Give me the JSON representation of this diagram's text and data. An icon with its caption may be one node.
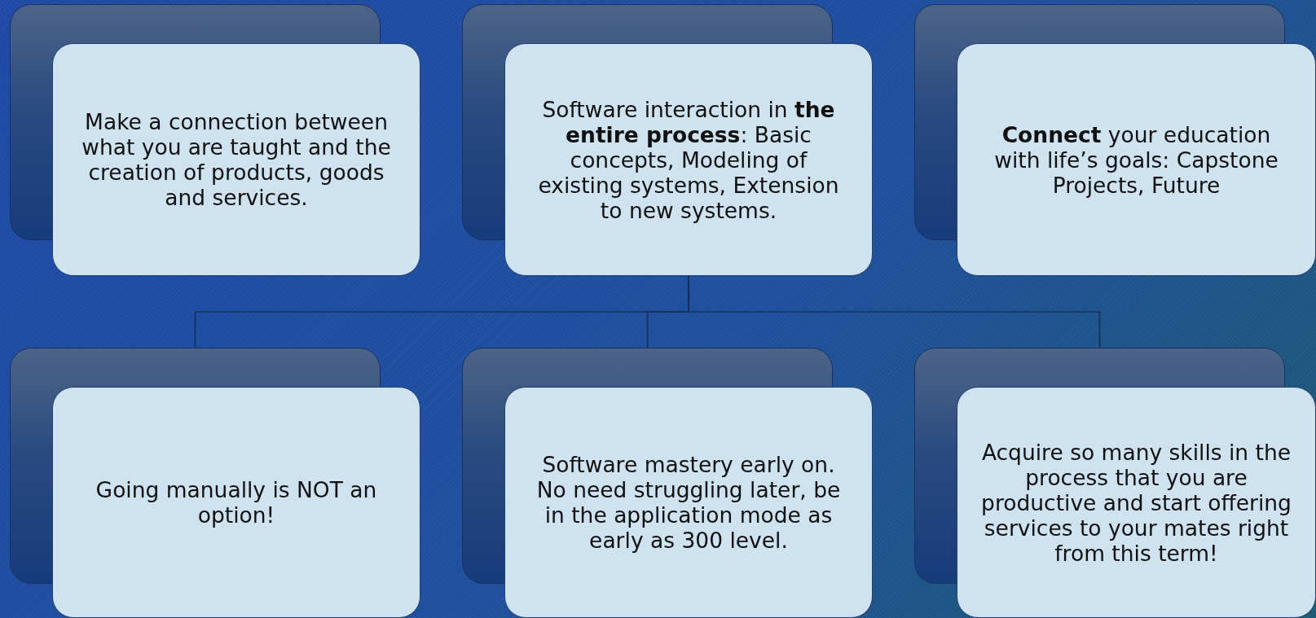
{
  "diagram": {
    "nodes": [
      {
        "text": [
          "Make a connection between what you are taught and the creation of products, goods and services."
        ]
      },
      {
        "text": [
          "Software interaction in **the entire process**: Basic concepts, Modeling of existing systems, Extension to new systems."
        ]
      },
      {
        "text": [
          "**Connect** your education with life’s goals: Capstone Projects, Future"
        ]
      },
      {
        "text": [
          "Going manually is NOT an option!"
        ]
      },
      {
        "text": [
          "Software mastery early on. No need struggling later, be in the application mode as early as 300 level."
        ]
      },
      {
        "text": [
          "Acquire so many skills in the process that you are productive and start offering services to your mates right from this term!"
        ]
      }
    ],
    "edges": [
      {
        "from": 1,
        "to": 3,
        "arrow": "none"
      },
      {
        "from": 1,
        "to": 4,
        "arrow": "none"
      },
      {
        "from": 1,
        "to": 5,
        "arrow": "none"
      }
    ]
  }
}
